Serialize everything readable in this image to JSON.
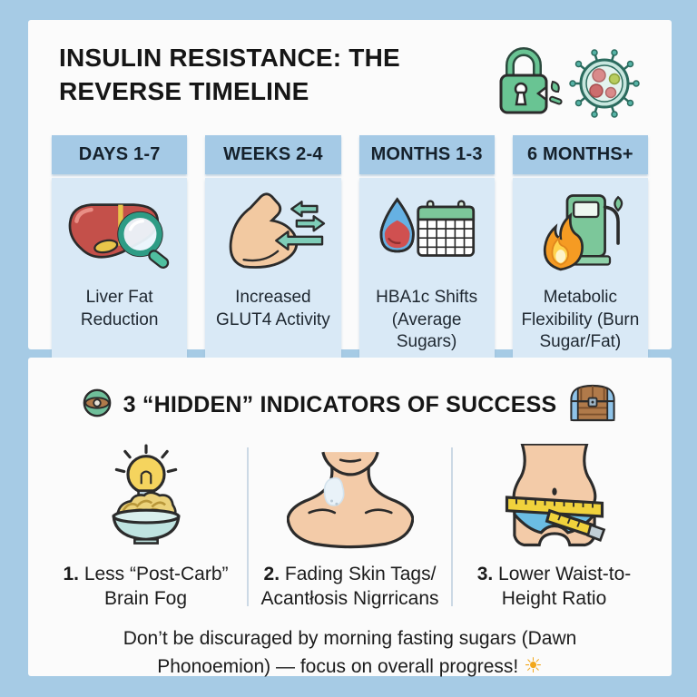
{
  "colors": {
    "background": "#a6cbe5",
    "card": "#fbfbfb",
    "header_chip": "#a5cae6",
    "column_panel": "#d9e9f6",
    "divider": "#ccd9e5",
    "text": "#1c1c1c",
    "sun": "#f2a71b"
  },
  "timeline": {
    "title": "INSULIN RESISTANCE: THE REVERSE TIMELINE",
    "corner_icons": [
      "broken-padlock",
      "cell-receptor"
    ],
    "columns": [
      {
        "header": "DAYS 1-7",
        "caption": "Liver Fat Reduction",
        "icon": "liver-magnifier"
      },
      {
        "header": "WEEKS 2-4",
        "caption": "Increased GLUT4 Activity",
        "icon": "bicep-glucose-arrows"
      },
      {
        "header": "MONTHS 1-3",
        "caption": "HBA1c Shifts (Average Sugars)",
        "icon": "blood-drop-calendar"
      },
      {
        "header": "6 MONTHS+",
        "caption": "Metabolic Flexibility (Burn Sugar/Fat)",
        "icon": "fuel-pump-flame"
      }
    ]
  },
  "indicators": {
    "title": "3 “HIDDEN” INDICATORS OF SUCCESS",
    "title_icons": [
      "coin",
      "treasure-chest"
    ],
    "items": [
      {
        "number": "1.",
        "label": "Less “Post-Carb” Brain Fog",
        "icon": "lightbulb-noodle-bowl"
      },
      {
        "number": "2.",
        "label": "Fading Skin Tags/ Acantłosis Nigrricans",
        "icon": "neck-shoulders"
      },
      {
        "number": "3.",
        "label": "Lower Waist-to-Height Ratio",
        "icon": "waist-measuring-tape"
      }
    ],
    "footnote": "Don’t be discuraged by morning fasting sugars (Dawn Phonoemion) — focus on overall progress!",
    "sun": "☀"
  }
}
